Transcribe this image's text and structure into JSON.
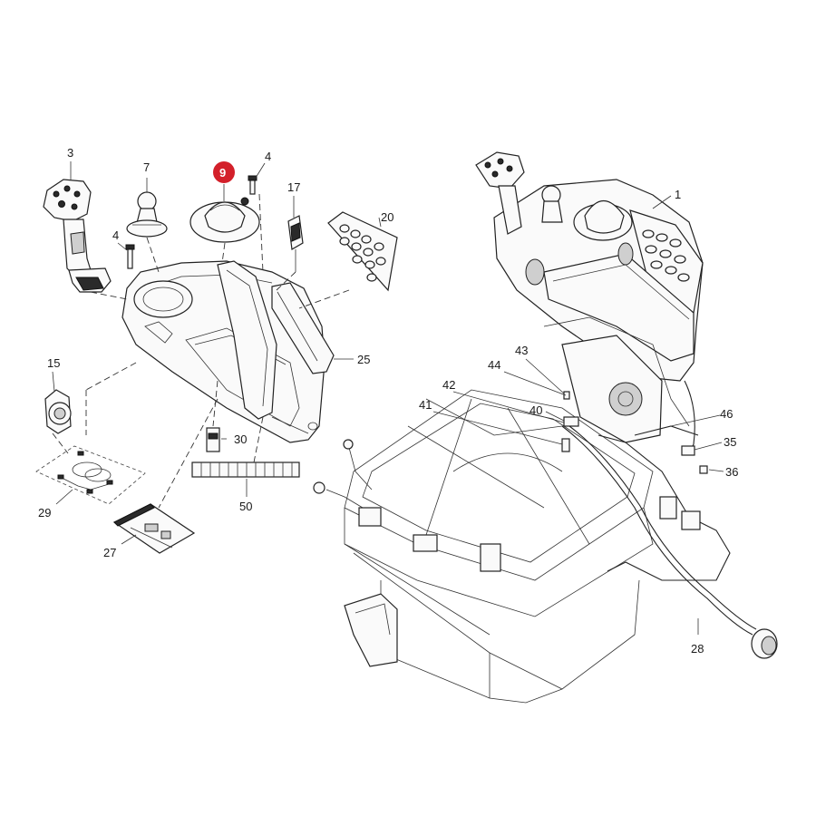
{
  "highlight_color": "#d3202a",
  "callouts": [
    {
      "id": "c1",
      "label": "1",
      "highlighted": false
    },
    {
      "id": "c3",
      "label": "3",
      "highlighted": false
    },
    {
      "id": "c4a",
      "label": "4",
      "highlighted": false
    },
    {
      "id": "c4b",
      "label": "4",
      "highlighted": false
    },
    {
      "id": "c7",
      "label": "7",
      "highlighted": false
    },
    {
      "id": "c9",
      "label": "9",
      "highlighted": true
    },
    {
      "id": "c15",
      "label": "15",
      "highlighted": false
    },
    {
      "id": "c17",
      "label": "17",
      "highlighted": false
    },
    {
      "id": "c20",
      "label": "20",
      "highlighted": false
    },
    {
      "id": "c25",
      "label": "25",
      "highlighted": false
    },
    {
      "id": "c27",
      "label": "27",
      "highlighted": false
    },
    {
      "id": "c28",
      "label": "28",
      "highlighted": false
    },
    {
      "id": "c29",
      "label": "29",
      "highlighted": false
    },
    {
      "id": "c30",
      "label": "30",
      "highlighted": false
    },
    {
      "id": "c35",
      "label": "35",
      "highlighted": false
    },
    {
      "id": "c36",
      "label": "36",
      "highlighted": false
    },
    {
      "id": "c40",
      "label": "40",
      "highlighted": false
    },
    {
      "id": "c41",
      "label": "41",
      "highlighted": false
    },
    {
      "id": "c42",
      "label": "42",
      "highlighted": false
    },
    {
      "id": "c43",
      "label": "43",
      "highlighted": false
    },
    {
      "id": "c44",
      "label": "44",
      "highlighted": false
    },
    {
      "id": "c46",
      "label": "46",
      "highlighted": false
    },
    {
      "id": "c50",
      "label": "50",
      "highlighted": false
    }
  ]
}
